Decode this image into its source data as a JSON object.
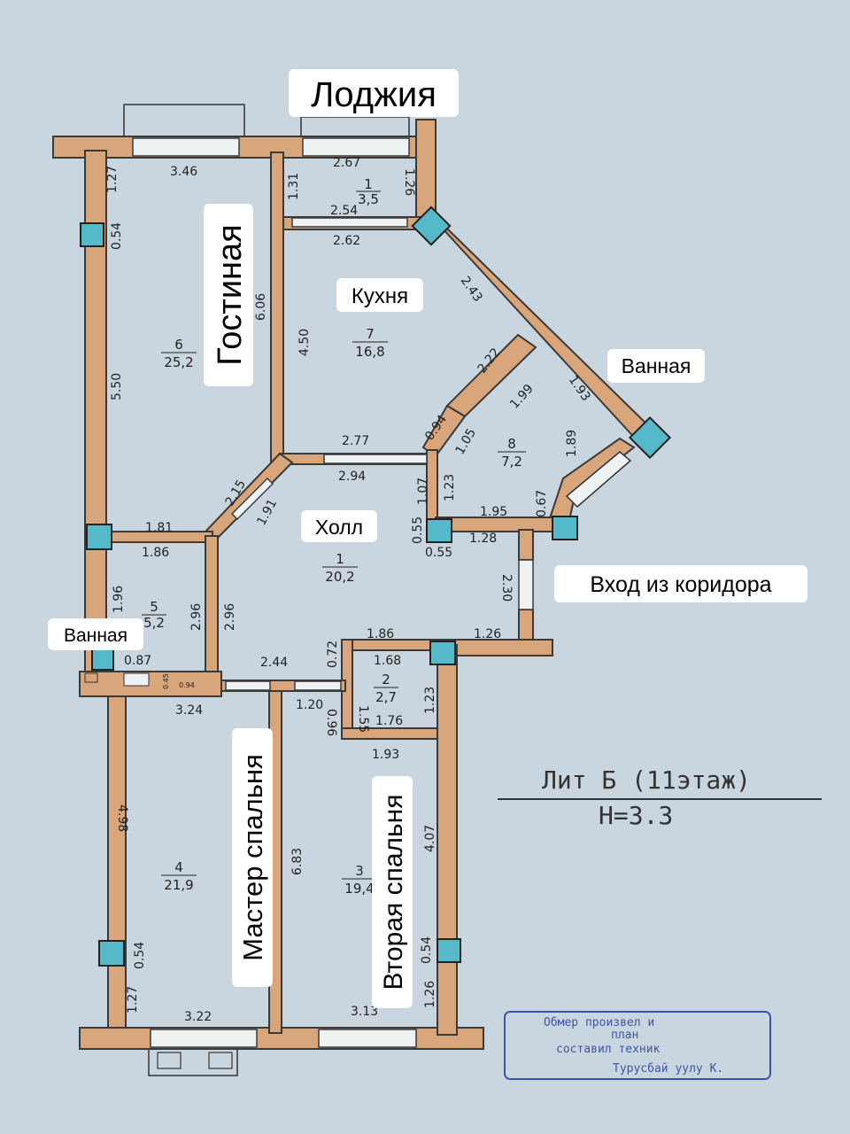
{
  "labels": {
    "loggia": "Лоджия",
    "living": "Гостиная",
    "kitchen": "Кухня",
    "bath_right": "Ванная",
    "hall": "Холл",
    "entrance": "Вход из коридора",
    "bath_left": "Ванная",
    "master": "Мастер спальня",
    "second": "Вторая спальня"
  },
  "rooms": {
    "r1": {
      "num": "1",
      "area": "3,5"
    },
    "r7": {
      "num": "7",
      "area": "16,8"
    },
    "r6": {
      "num": "6",
      "area": "25,2"
    },
    "r8": {
      "num": "8",
      "area": "7,2"
    },
    "hall": {
      "num": "1",
      "area": "20,2"
    },
    "r5": {
      "num": "5",
      "area": "5,2"
    },
    "r2": {
      "num": "2",
      "area": "2,7"
    },
    "r4": {
      "num": "4",
      "area": "21,9"
    },
    "r3": {
      "num": "3",
      "area": "19,4"
    }
  },
  "dims": {
    "d346": "3.46",
    "d127a": "1.27",
    "d054a": "0.54",
    "d550": "5.50",
    "d606": "6.06",
    "d267": "2.67",
    "d131": "1.31",
    "d126a": "1.26",
    "d254": "2.54",
    "d262": "2.62",
    "d450": "4.50",
    "d243": "2.43",
    "d222": "2.22",
    "d094": "0.94",
    "d277": "2.77",
    "d199": "1.99",
    "d193a": "1.93",
    "d105": "1.05",
    "d189": "1.89",
    "d215": "2.15",
    "d191": "1.91",
    "d294": "2.94",
    "d107": "1.07",
    "d123a": "1.23",
    "d067": "0.67",
    "d195": "1.95",
    "d055a": "0.55",
    "d055b": "0.55",
    "d128": "1.28",
    "d181": "1.81",
    "d186a": "1.86",
    "d230": "2.30",
    "d196": "1.96",
    "d296a": "2.96",
    "d296b": "2.96",
    "d186b": "1.86",
    "d126b": "1.26",
    "d087": "0.87",
    "d072": "0.72",
    "d244": "2.44",
    "d168": "1.68",
    "d155": "1.55",
    "d123b": "1.23",
    "d045": "0.45",
    "d094s": "0.94",
    "d324": "3.24",
    "d120": "1.20",
    "d096": "0.96",
    "d176": "1.76",
    "d193b": "1.93",
    "d498": "4.98",
    "d683": "6.83",
    "d407": "4.07",
    "d054b": "0.54",
    "d054c": "0.54",
    "d127b": "1.27",
    "d126c": "1.26",
    "d322": "3.22",
    "d313": "3.13"
  },
  "lit": {
    "line1": "Лит Б (11этаж)",
    "line2": "H=3.3"
  },
  "stamp": {
    "line1": "Обмер произвел  и",
    "line2": "план",
    "line3": "составил техник",
    "line4": "Турусбай уулу К."
  },
  "colors": {
    "background": "#c9d6df",
    "wall": "#d9a57a",
    "column": "#55b9c9",
    "stamp": "#3d55a6"
  }
}
